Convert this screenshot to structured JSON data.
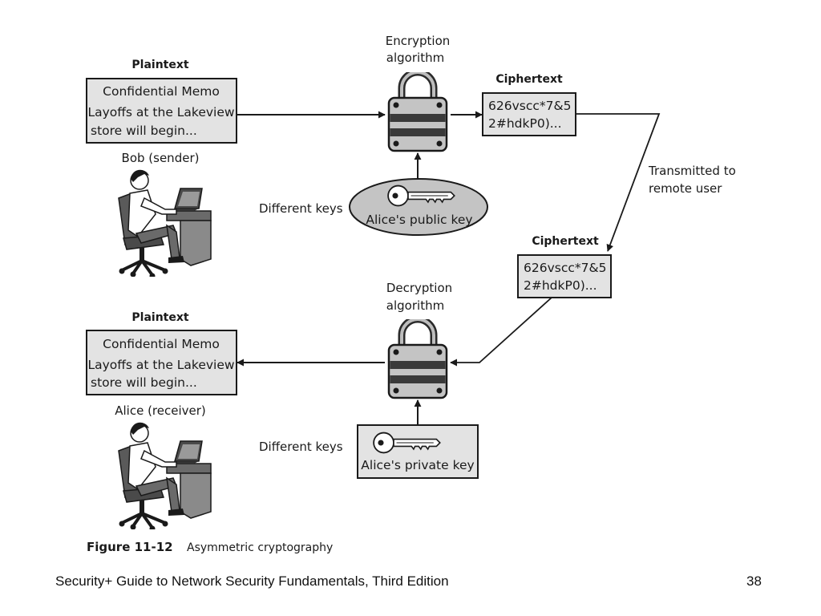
{
  "diagram": {
    "top": {
      "plaintext_label": "Plaintext",
      "plaintext_lines": [
        "Confidential Memo",
        "Layoffs at the Lakeview",
        "store will begin..."
      ],
      "person_label": "Bob (sender)",
      "algorithm_label_lines": [
        "Encryption",
        "algorithm"
      ],
      "ciphertext_label": "Ciphertext",
      "ciphertext_lines": [
        "626vscc*7&5",
        "2#hdkP0)..."
      ],
      "keys_label": "Different keys",
      "key_label": "Alice's public key"
    },
    "transmit_label_lines": [
      "Transmitted to",
      "remote user"
    ],
    "bottom": {
      "ciphertext_label": "Ciphertext",
      "ciphertext_lines": [
        "626vscc*7&5",
        "2#hdkP0)..."
      ],
      "algorithm_label_lines": [
        "Decryption",
        "algorithm"
      ],
      "plaintext_label": "Plaintext",
      "plaintext_lines": [
        "Confidential Memo",
        "Layoffs at the Lakeview",
        "store will begin..."
      ],
      "person_label": "Alice (receiver)",
      "keys_label": "Different keys",
      "key_label": "Alice's private key"
    }
  },
  "figure": {
    "number": "Figure 11-12",
    "caption": "Asymmetric cryptography"
  },
  "footer": {
    "title": "Security+ Guide to Network Security Fundamentals, Third Edition",
    "page_number": "38"
  },
  "colors": {
    "box_fill": "#e3e3e3",
    "ink": "#1a1a1a",
    "lock_body": "#c4c4c4",
    "lock_band": "#3a3a3a"
  }
}
